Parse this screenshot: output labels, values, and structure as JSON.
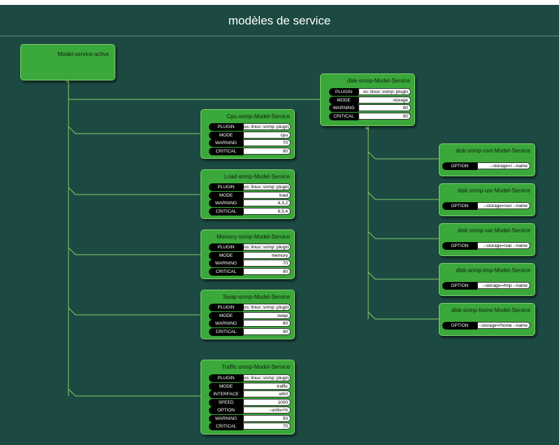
{
  "header": {
    "title": "modèles de service"
  },
  "root": {
    "title": "Model-service-active"
  },
  "disk": {
    "title": "disk-snmp-Model-Service",
    "props": [
      {
        "key": "PLUGIN",
        "value": "os::linux::snmp::plugin"
      },
      {
        "key": "MODE",
        "value": "storage"
      },
      {
        "key": "WARNING",
        "value": "80"
      },
      {
        "key": "CRITICAL",
        "value": "90"
      }
    ]
  },
  "services": [
    {
      "title": "Cpu-snmp-Model-Service",
      "props": [
        {
          "key": "PLUGIN",
          "value": "os::linux::snmp::plugin"
        },
        {
          "key": "MODE",
          "value": "cpu"
        },
        {
          "key": "WARNING",
          "value": "70"
        },
        {
          "key": "CRITICAL",
          "value": "90"
        }
      ]
    },
    {
      "title": "Load-snmp-Model-Service",
      "props": [
        {
          "key": "PLUGIN",
          "value": "os::linux::snmp::plugin"
        },
        {
          "key": "MODE",
          "value": "load"
        },
        {
          "key": "WARNING",
          "value": "4,3,2"
        },
        {
          "key": "CRITICAL",
          "value": "6,5,4"
        }
      ]
    },
    {
      "title": "Memory-snmp-Model-Service",
      "props": [
        {
          "key": "PLUGIN",
          "value": "os::linux::snmp::plugin"
        },
        {
          "key": "MODE",
          "value": "memory"
        },
        {
          "key": "WARNING",
          "value": "70"
        },
        {
          "key": "CRITICAL",
          "value": "90"
        }
      ]
    },
    {
      "title": "Swap-snmp-Model-Service",
      "props": [
        {
          "key": "PLUGIN",
          "value": "os::linux::snmp::plugin"
        },
        {
          "key": "MODE",
          "value": "swap"
        },
        {
          "key": "WARNING",
          "value": "80"
        },
        {
          "key": "CRITICAL",
          "value": "90"
        }
      ]
    },
    {
      "title": "Traffic-snmp-Model-Service",
      "props": [
        {
          "key": "PLUGIN",
          "value": "os::linux::snmp::plugin"
        },
        {
          "key": "MODE",
          "value": "traffic"
        },
        {
          "key": "INTERFACE",
          "value": "eth0"
        },
        {
          "key": "SPEED",
          "value": "1000"
        },
        {
          "key": "OPTION",
          "value": "--units=%"
        },
        {
          "key": "WARNING",
          "value": "50"
        },
        {
          "key": "CRITICAL",
          "value": "70"
        }
      ]
    }
  ],
  "disk_children": [
    {
      "title": "disk-snmp-root-Model-Service",
      "option_key": "OPTION",
      "option_value": "--storage=/ --name"
    },
    {
      "title": "disk-snmp-usr-Model-Service",
      "option_key": "OPTION",
      "option_value": "--storage=/usr --name"
    },
    {
      "title": "disk-snmp-var-Model-Service",
      "option_key": "OPTION",
      "option_value": "--storage=/var --name"
    },
    {
      "title": "disk-snmp-tmp-Model-Service",
      "option_key": "OPTION",
      "option_value": "--storage=/tmp --name"
    },
    {
      "title": "disk-snmp-home-Model-Service",
      "option_key": "OPTION",
      "option_value": "--storage=/home --name"
    }
  ],
  "colors": {
    "background": "#1c4a42",
    "node": "#3aa83a",
    "connector": "#7fd06a"
  }
}
